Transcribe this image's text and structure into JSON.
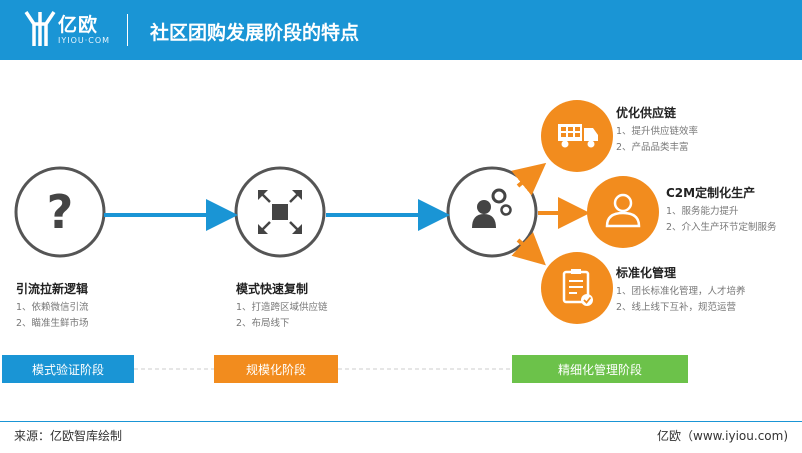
{
  "header": {
    "logo_text": "亿欧",
    "logo_sub": "IYIOU·COM",
    "title": "社区团购发展阶段的特点"
  },
  "stages": [
    {
      "icon": "question-icon",
      "title": "引流拉新逻辑",
      "notes": [
        "1、依赖微信引流",
        "2、瞄准生鲜市场"
      ]
    },
    {
      "icon": "expand-icon",
      "title": "模式快速复制",
      "notes": [
        "1、打造跨区域供应链",
        "2、布局线下"
      ]
    },
    {
      "icon": "gears-person-icon",
      "title": "",
      "notes": []
    }
  ],
  "branches": [
    {
      "icon": "truck-icon",
      "title": "优化供应链",
      "notes": [
        "1、提升供应链效率",
        "2、产品品类丰富"
      ]
    },
    {
      "icon": "person-icon",
      "title": "C2M定制化生产",
      "notes": [
        "1、服务能力提升",
        "2、介入生产环节定制服务"
      ]
    },
    {
      "icon": "clipboard-check-icon",
      "title": "标准化管理",
      "notes": [
        "1、团长标准化管理，人才培养",
        "2、线上线下互补，规范运营"
      ]
    }
  ],
  "phases": [
    {
      "label": "模式验证阶段",
      "color": "#1a95d5"
    },
    {
      "label": "规模化阶段",
      "color": "#f28c1e"
    },
    {
      "label": "精细化管理阶段",
      "color": "#6cc24a"
    }
  ],
  "colors": {
    "blue": "#1a95d5",
    "orange": "#f28c1e",
    "green": "#6cc24a",
    "circle_border": "#555555"
  },
  "footer": {
    "source": "来源：亿欧智库绘制",
    "brand": "亿欧（www.iyiou.com)"
  }
}
